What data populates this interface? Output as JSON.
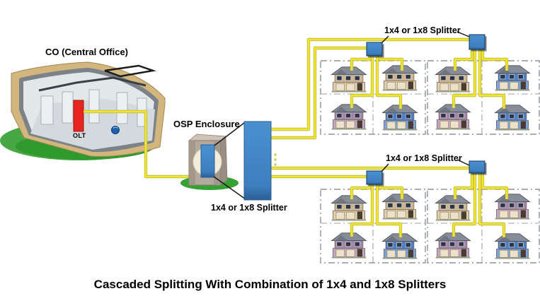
{
  "caption": "Cascaded Splitting With Combination of 1x4 and 1x8 Splitters",
  "labels": {
    "central_office": "CO (Central Office)",
    "olt": "OLT",
    "osp_enclosure": "OSP Enclosure",
    "main_splitter": "1x4 or 1x8 Splitter",
    "top_group_splitter": "1x4 or 1x8 Splitter",
    "bottom_group_splitter": "1x4 or 1x8 Splitter"
  },
  "colors": {
    "background": "#ffffff",
    "fiber_cable_yellow": "#f0e62b",
    "fiber_cable_outline": "#c6bd45",
    "splitter_blue": "#3f86c8",
    "olt_red": "#e8241f",
    "grass_green": "#35a233",
    "enclosure_tan": "#b5a89d",
    "enclosure_circle_cream": "#f2ecda",
    "cluster_border_gray": "#8e939a",
    "text": "#000000"
  },
  "topology": {
    "central_office_device": "OLT",
    "splitter_stages": 2,
    "distribution_splitters_per_group": 2,
    "house_clusters": 4,
    "houses_per_cluster": 4,
    "total_houses": 16
  }
}
